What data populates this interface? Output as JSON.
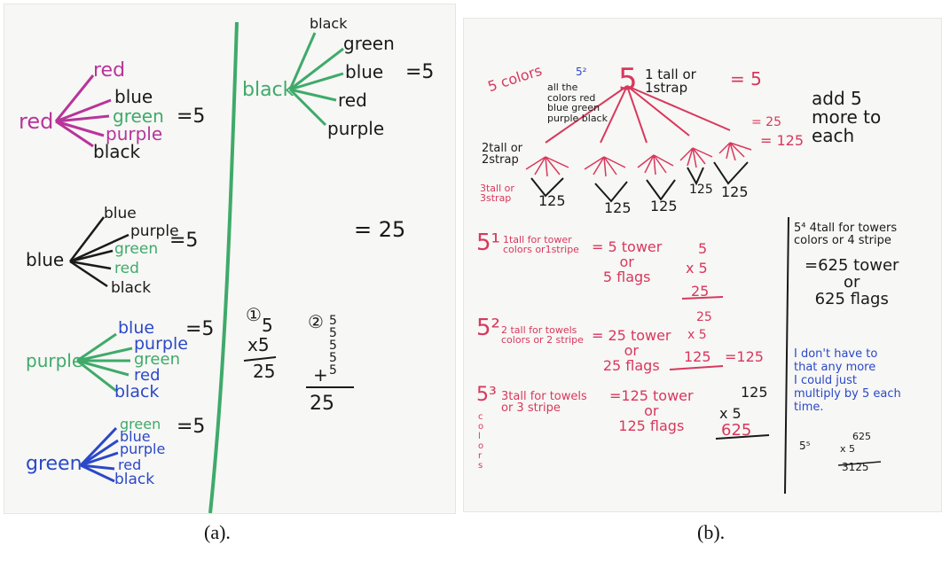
{
  "colors": {
    "red": "#b8349a",
    "green": "#3faa6a",
    "blue": "#2b48c8",
    "black": "#1a1a1a",
    "pink": "#d8385c",
    "paper": "#f7f7f5"
  },
  "panel_a": {
    "tree_red": {
      "root": "red",
      "branches": [
        "red",
        "blue",
        "green",
        "purple",
        "black"
      ],
      "result": "=5"
    },
    "tree_blue": {
      "root": "blue",
      "branches": [
        "blue",
        "purple",
        "green",
        "red",
        "black"
      ],
      "result": "=5"
    },
    "tree_purple": {
      "root": "purple",
      "branches": [
        "blue",
        "purple",
        "green",
        "red",
        "black"
      ],
      "result": "=5"
    },
    "tree_green": {
      "root": "green",
      "branches": [
        "green",
        "blue",
        "purple",
        "red",
        "black"
      ],
      "result": "=5"
    },
    "tree_black": {
      "root": "black",
      "branches": [
        "black",
        "green",
        "blue",
        "red",
        "purple"
      ],
      "result": "=5"
    },
    "total": "= 25",
    "calc1": {
      "marker": "①",
      "top": "5",
      "mult": "x5",
      "result": "25"
    },
    "calc2": {
      "marker": "②",
      "column": [
        "5",
        "5",
        "5",
        "5",
        "5"
      ],
      "plus": "+",
      "result": "25"
    }
  },
  "panel_b": {
    "five_colors": "5 colors",
    "tree_top_label": "5",
    "one_tall": "1 tall or 1strap",
    "eq5": "= 5",
    "all_colors": "all the\ncolors red\nblue green\npurple black",
    "five_sq": "5²",
    "two_tall": "2tall or 2strap",
    "three_tall": "3tall or 3strap",
    "eq25": "= 25",
    "eq125": "= 125",
    "node_labels": [
      "125",
      "125",
      "125",
      "125",
      "125"
    ],
    "add_note": "add 5\nmore to\neach",
    "row1": {
      "power": "5¹",
      "desc": "1tall for tower\ncolors or1stripe",
      "eq": "= 5 tower\nor\n5 flags",
      "calc": [
        "5",
        "x 5",
        "25"
      ]
    },
    "row2": {
      "power": "5²",
      "desc": "2 tall for towels\ncolors or 2 stripe",
      "eq": "= 25 tower\nor\n25 flags",
      "calc": [
        "25",
        "x 5",
        "125"
      ],
      "calc_result": "=125"
    },
    "row3": {
      "power": "5³",
      "desc": "3tall for towels\nor 3 stripe",
      "eq": "=125 tower\nor\n125 flags",
      "calc": [
        "125",
        "x 5",
        "625"
      ],
      "side_letters": "c\no\nl\no\nr\ns"
    },
    "right_note": {
      "line1": "5⁴ 4tall for towers\ncolors or 4 stripe",
      "line2": "=625 tower\nor\n625 flags",
      "line3": "I don't have to\nthat any more\nI could just\nmultiply by 5 each\ntime.",
      "calc_power": "5⁵",
      "calc": [
        "625",
        "x 5",
        "3125"
      ]
    }
  },
  "captions": {
    "a": "(a).",
    "b": "(b)."
  }
}
